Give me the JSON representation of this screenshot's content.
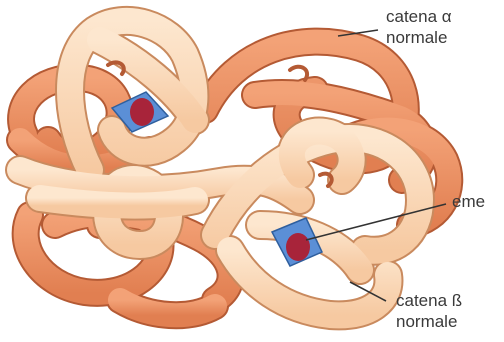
{
  "labels": {
    "alpha_chain": {
      "line1": "catena α",
      "line2": "normale"
    },
    "heme": "eme",
    "beta_chain": {
      "line1": "catena ß",
      "line2": "normale"
    }
  },
  "colors": {
    "beta_chain_fill": "#fbd9b8",
    "beta_chain_edge": "#c98a5e",
    "alpha_chain_fill": "#ee9567",
    "alpha_chain_edge": "#b45a34",
    "heme_plane": "#5b8fd6",
    "iron_atom": "#a8243a",
    "label_text": "#3a3a3a",
    "leader_line": "#333333"
  }
}
